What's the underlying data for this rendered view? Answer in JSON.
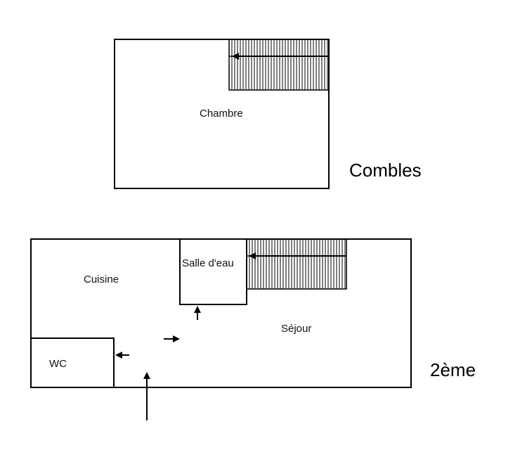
{
  "colors": {
    "line": "#000000",
    "background": "#ffffff"
  },
  "floors": {
    "attic": {
      "label": "Combles",
      "rooms": {
        "bedroom": "Chambre"
      }
    },
    "second": {
      "label": "2ème",
      "rooms": {
        "kitchen": "Cuisine",
        "shower_room": "Salle d'eau",
        "living_room": "Séjour",
        "wc": "WC"
      }
    }
  },
  "icons": [
    "stairs-icon",
    "arrow-left-icon",
    "arrow-up-icon",
    "arrow-right-icon"
  ]
}
